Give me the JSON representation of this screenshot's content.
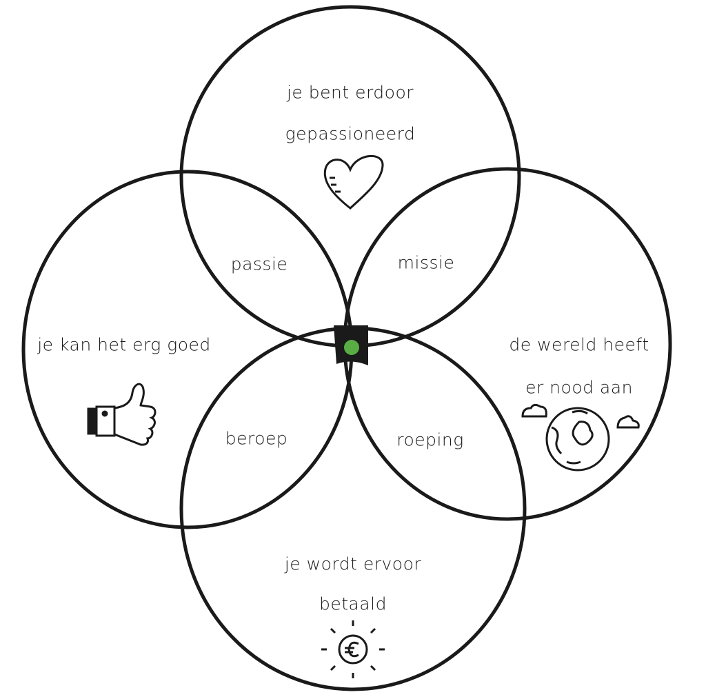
{
  "circles": {
    "top": {
      "line1": "je bent erdoor",
      "line2": "gepassioneerd",
      "icon": "heart-icon"
    },
    "left": {
      "line1": "je kan het erg goed",
      "icon": "thumbs-up-icon"
    },
    "right": {
      "line1": "de wereld heeft",
      "line2": "er nood aan",
      "icon": "globe-icon"
    },
    "bottom": {
      "line1": "je wordt ervoor",
      "line2": "betaald",
      "icon": "euro-coin-icon"
    }
  },
  "overlaps": {
    "top_left": "passie",
    "top_right": "missie",
    "bottom_left": "beroep",
    "bottom_right": "roeping"
  },
  "colors": {
    "line": "#1a1a1a",
    "center_dot": "#5aac44"
  }
}
